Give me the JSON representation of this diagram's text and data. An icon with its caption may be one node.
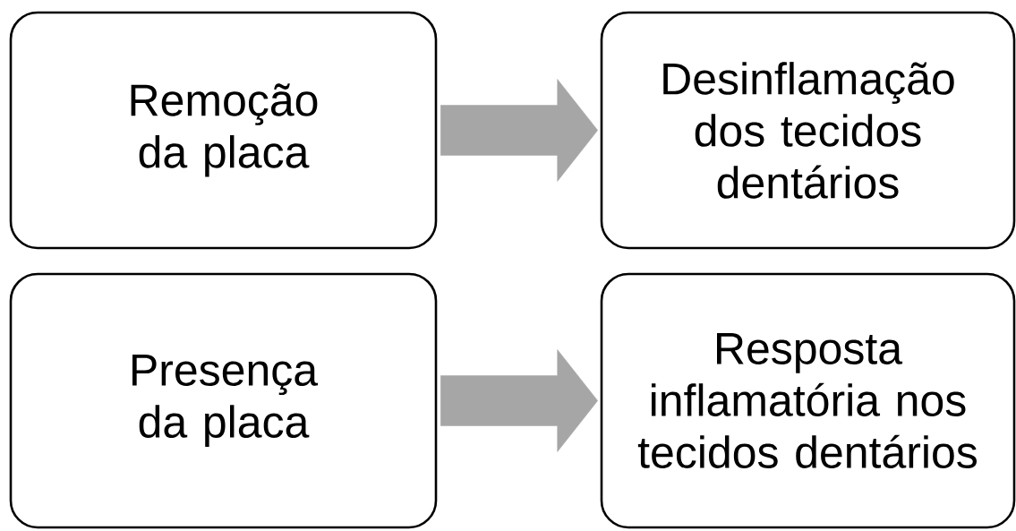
{
  "diagram": {
    "nodes": [
      {
        "text": [
          "Remoção da placa"
        ]
      },
      {
        "text": [
          "Desinflamação dos tecidos dentários"
        ]
      },
      {
        "text": [
          "Presença da placa"
        ]
      },
      {
        "text": [
          "Resposta inflamatória nos tecidos dentários"
        ]
      }
    ],
    "edges": [
      {
        "from": 0,
        "to": 1,
        "arrow": "to"
      },
      {
        "from": 2,
        "to": 3,
        "arrow": "to"
      }
    ]
  }
}
